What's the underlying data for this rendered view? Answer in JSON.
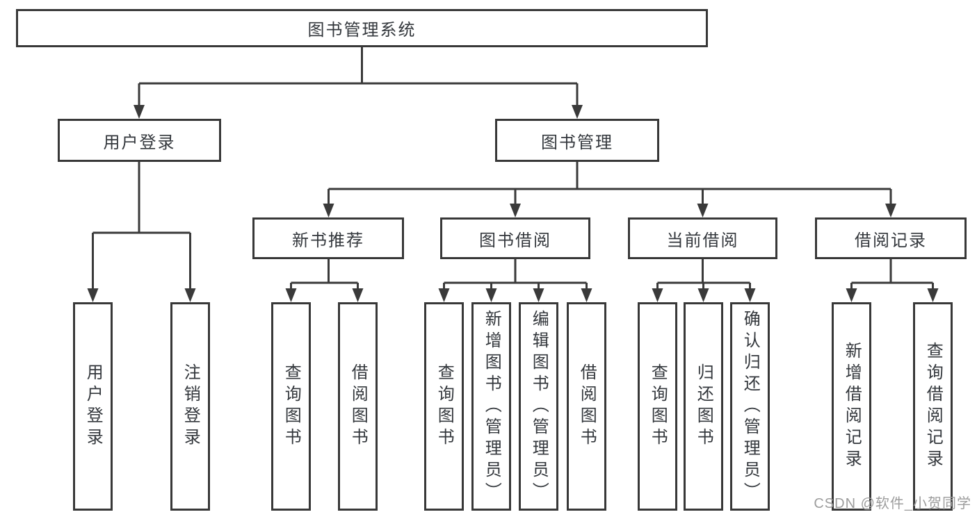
{
  "diagram_title": "图书管理系统",
  "colors": {
    "line": "#3a3a3a",
    "box_border": "#383838",
    "text": "#33373c",
    "watermark": "#9d9d9d",
    "background": "#ffffff"
  },
  "tree": {
    "root": {
      "label": "图书管理系统",
      "children": [
        {
          "label": "用户登录",
          "children": [
            {
              "label": "用户登录"
            },
            {
              "label": "注销登录"
            }
          ]
        },
        {
          "label": "图书管理",
          "children": [
            {
              "label": "新书推荐",
              "children": [
                {
                  "label": "查询图书"
                },
                {
                  "label": "借阅图书"
                }
              ]
            },
            {
              "label": "图书借阅",
              "children": [
                {
                  "label": "查询图书"
                },
                {
                  "label": "新增图书（管理员）"
                },
                {
                  "label": "编辑图书（管理员）"
                },
                {
                  "label": "借阅图书"
                }
              ]
            },
            {
              "label": "当前借阅",
              "children": [
                {
                  "label": "查询图书"
                },
                {
                  "label": "归还图书"
                },
                {
                  "label": "确认归还（管理员）"
                }
              ]
            },
            {
              "label": "借阅记录",
              "children": [
                {
                  "label": "新增借阅记录"
                },
                {
                  "label": "查询借阅记录"
                }
              ]
            }
          ]
        }
      ]
    }
  },
  "watermark": {
    "text": "CSDN @软件_小贺同学"
  }
}
